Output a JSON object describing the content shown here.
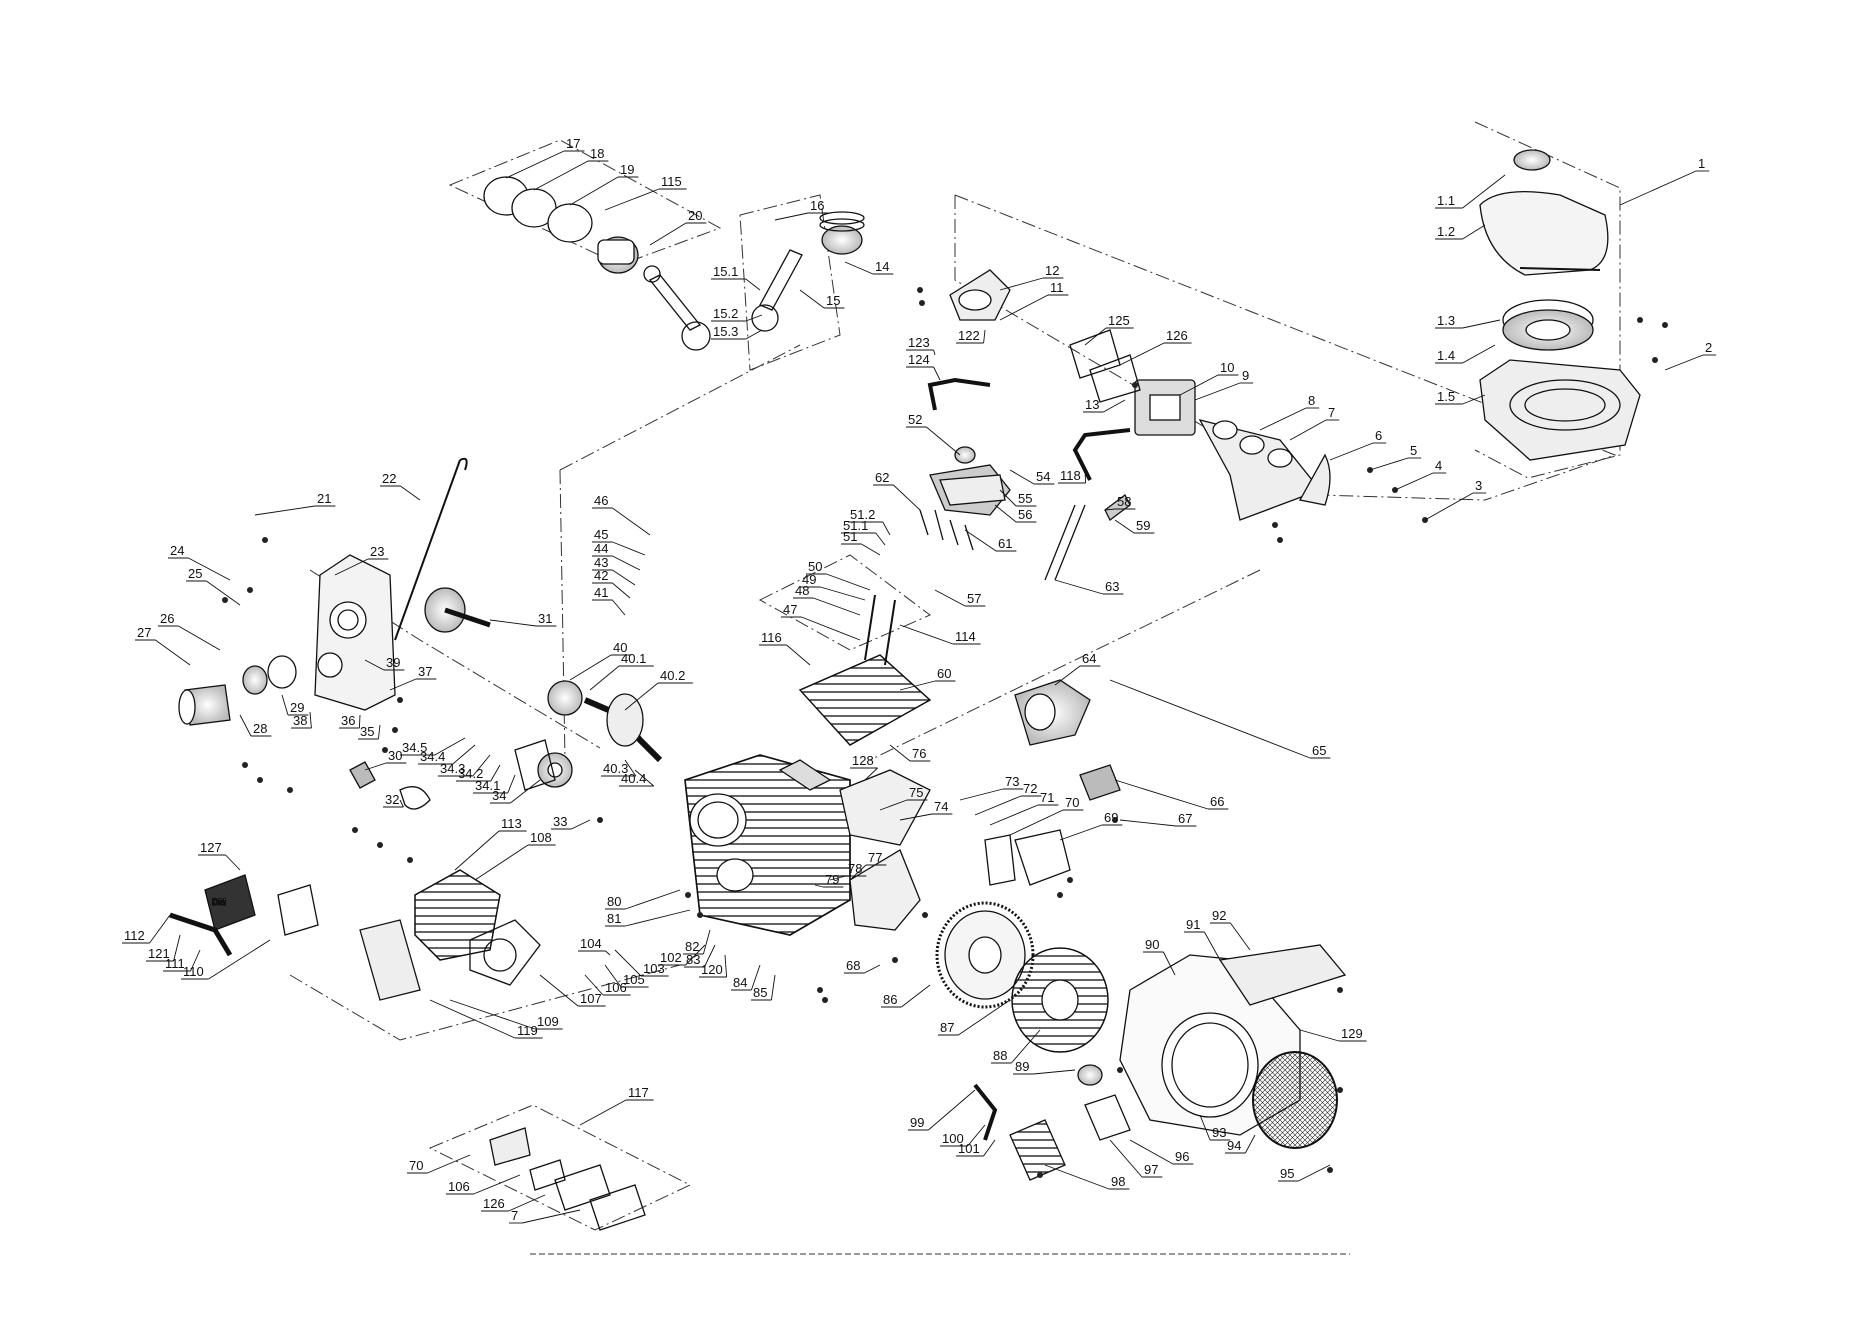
{
  "diagram": {
    "type": "exploded-parts-diagram",
    "ink_color": "#111111",
    "background": "#ffffff",
    "logo_text": "DUROMAX",
    "callouts": [
      "1",
      "1.1",
      "1.2",
      "1.3",
      "1.4",
      "1.5",
      "2",
      "3",
      "4",
      "5",
      "6",
      "7",
      "8",
      "9",
      "10",
      "11",
      "12",
      "13",
      "14",
      "15",
      "15.1",
      "15.2",
      "15.3",
      "16",
      "17",
      "18",
      "19",
      "20",
      "21",
      "22",
      "23",
      "24",
      "25",
      "26",
      "27",
      "28",
      "29",
      "30",
      "31",
      "32",
      "33",
      "34",
      "34.1",
      "34.2",
      "34.3",
      "34.4",
      "34.5",
      "35",
      "36",
      "37",
      "38",
      "39",
      "40",
      "40.1",
      "40.2",
      "40.3",
      "40.4",
      "41",
      "42",
      "43",
      "44",
      "45",
      "46",
      "47",
      "48",
      "49",
      "50",
      "51",
      "51.1",
      "51.2",
      "52",
      "54",
      "55",
      "56",
      "57",
      "58",
      "59",
      "60",
      "61",
      "62",
      "63",
      "64",
      "65",
      "66",
      "67",
      "68",
      "69",
      "70",
      "71",
      "72",
      "73",
      "74",
      "75",
      "76",
      "77",
      "78",
      "79",
      "80",
      "81",
      "82",
      "83",
      "84",
      "85",
      "86",
      "87",
      "88",
      "89",
      "90",
      "91",
      "92",
      "93",
      "94",
      "95",
      "96",
      "97",
      "98",
      "99",
      "100",
      "101",
      "102",
      "103",
      "104",
      "105",
      "106",
      "107",
      "108",
      "109",
      "110",
      "111",
      "112",
      "113",
      "114",
      "115",
      "116",
      "117",
      "118",
      "119",
      "120",
      "121",
      "122",
      "123",
      "124",
      "125",
      "126",
      "127",
      "128",
      "129"
    ],
    "inset_kit": {
      "number": "117",
      "parts": [
        "70",
        "106",
        "126",
        "7"
      ]
    }
  }
}
